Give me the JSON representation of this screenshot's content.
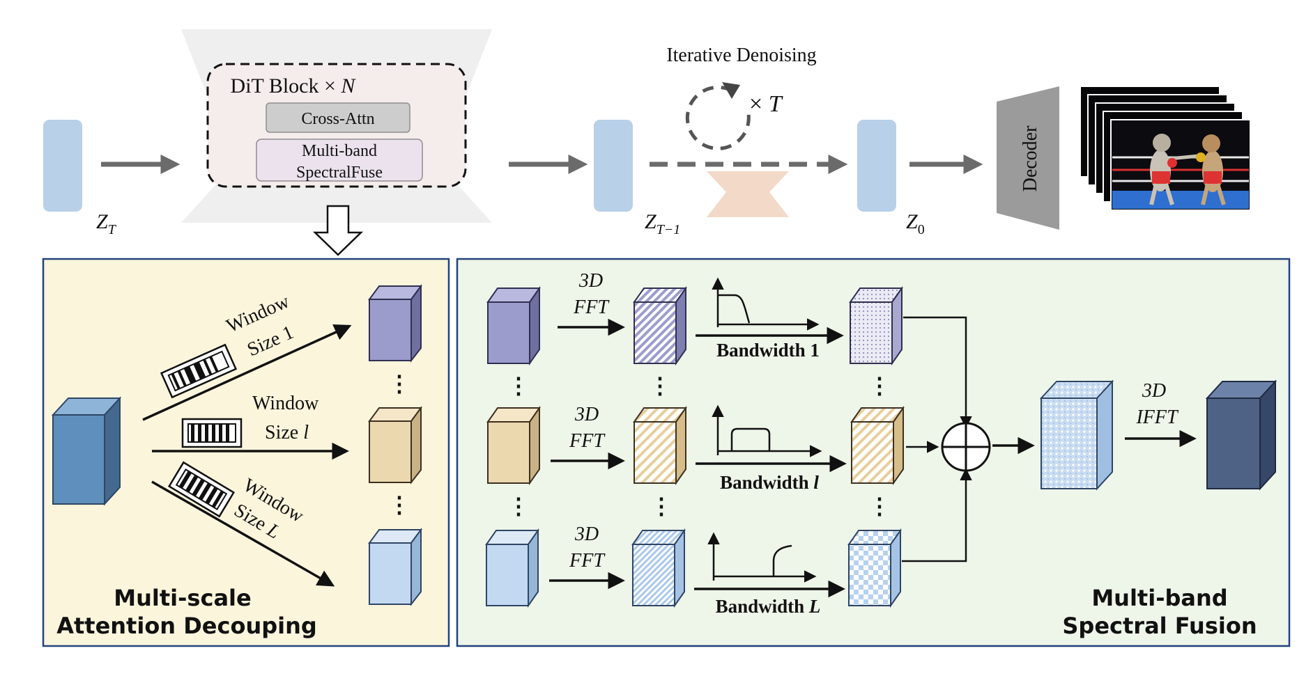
{
  "top": {
    "z_t": "Z",
    "z_t_sub": "T",
    "dit_title": "DiT Block × ",
    "dit_n": "N",
    "cross_attn": "Cross-Attn",
    "spectral_line1": "Multi-band",
    "spectral_line2": "SpectralFuse",
    "iterative": "Iterative Denoising",
    "times_t": "× ",
    "t_var": "T",
    "z_tm1": "Z",
    "z_tm1_sub": "T−1",
    "z_0": "Z",
    "z_0_sub": "0",
    "decoder": "Decoder"
  },
  "left_panel": {
    "title_line1": "Multi-scale",
    "title_line2": "Attention Decouping",
    "window_1_line1": "Window",
    "window_1_line2": "Size 1",
    "window_l_line1": "Window",
    "window_l_line2": "Size ",
    "window_l_var": "l",
    "window_L_line1": "Window",
    "window_L_line2": "Size ",
    "window_L_var": "L"
  },
  "right_panel": {
    "title_line1": "Multi-band",
    "title_line2": "Spectral Fusion",
    "fft_3d": "3D",
    "fft": "FFT",
    "ifft_3d": "3D",
    "ifft": "IFFT",
    "bandwidth_1": "Bandwidth 1",
    "bandwidth_l_prefix": "Bandwidth ",
    "bandwidth_l_var": "l",
    "bandwidth_L_prefix": "Bandwidth ",
    "bandwidth_L_var": "L"
  },
  "colors": {
    "latent": "#b8d0e8",
    "arrow_gray": "#6b6b6b",
    "left_panel_bg": "#fbf5dc",
    "right_panel_bg": "#eef5e9",
    "panel_border": "#23427a",
    "cube_purple": "#9c9ccc",
    "cube_tan": "#ecd8ae",
    "cube_lightblue": "#c3d9f2",
    "cube_blue": "#5f8fbc",
    "cube_dark": "#4e6286",
    "decoder_gray": "#9b9b9b"
  },
  "icons": [
    "hollow-down-arrow-icon",
    "loop-arrow-icon",
    "circle-plus-icon",
    "boxing-image"
  ]
}
